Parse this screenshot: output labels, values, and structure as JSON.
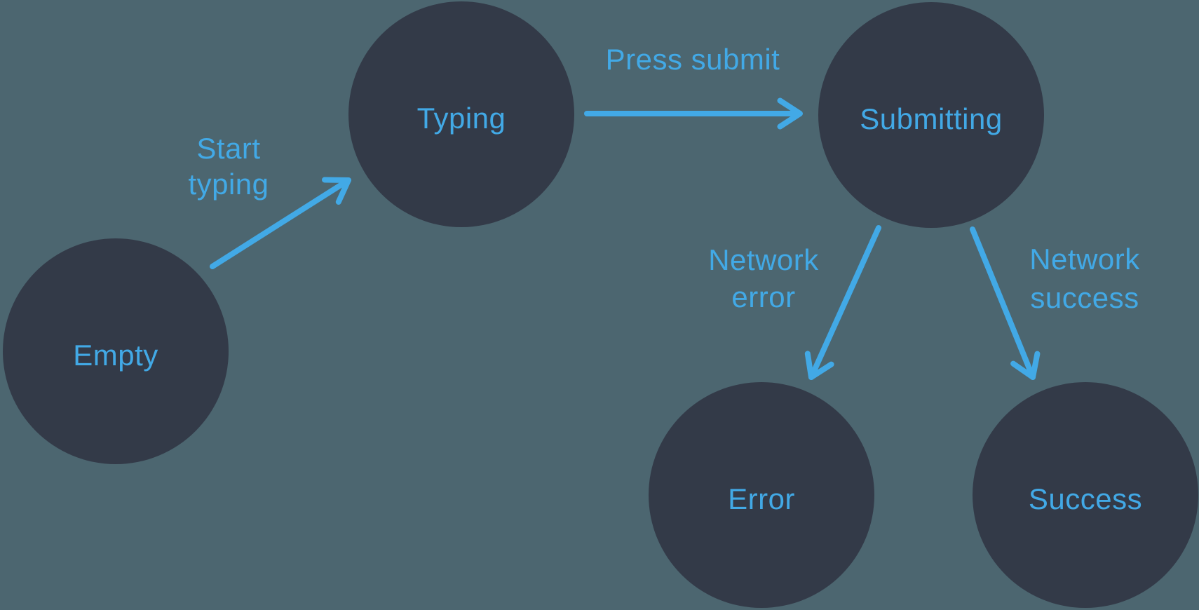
{
  "colors": {
    "background": "#4C6670",
    "node": "#333A48",
    "accent": "#42A9E6"
  },
  "nodes": [
    {
      "id": "empty",
      "label": "Empty"
    },
    {
      "id": "typing",
      "label": "Typing"
    },
    {
      "id": "submitting",
      "label": "Submitting"
    },
    {
      "id": "error",
      "label": "Error"
    },
    {
      "id": "success",
      "label": "Success"
    }
  ],
  "transitions": [
    {
      "from": "empty",
      "to": "typing",
      "label": "Start typing",
      "lines": [
        "Start",
        "typing"
      ]
    },
    {
      "from": "typing",
      "to": "submitting",
      "label": "Press submit",
      "lines": [
        "Press submit"
      ]
    },
    {
      "from": "submitting",
      "to": "error",
      "label": "Network error",
      "lines": [
        "Network",
        "error"
      ]
    },
    {
      "from": "submitting",
      "to": "success",
      "label": "Network success",
      "lines": [
        "Network",
        "success"
      ]
    }
  ]
}
